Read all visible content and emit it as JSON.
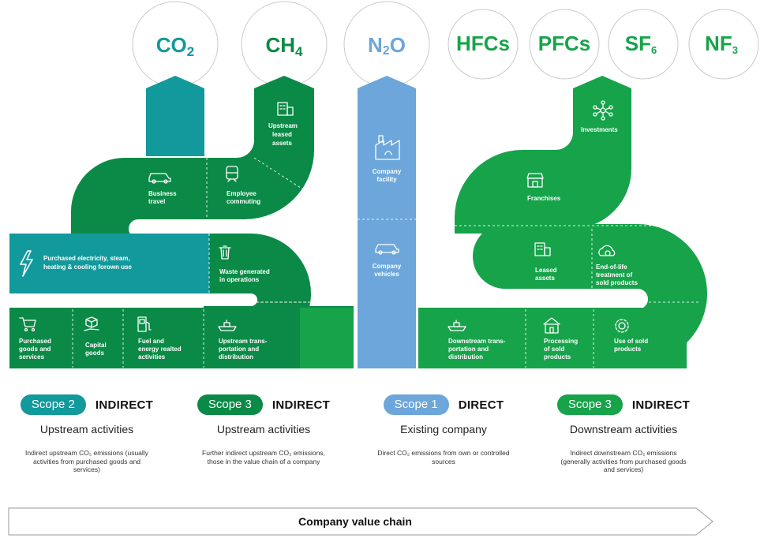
{
  "colors": {
    "teal": "#12999c",
    "green_dark": "#0a8a46",
    "green": "#16a34a",
    "blue": "#6ca6da",
    "outline": "#c9c9c9"
  },
  "gases": [
    {
      "base": "CO",
      "sub": "2",
      "color": "#12999c"
    },
    {
      "base": "CH",
      "sub": "4",
      "color": "#0a8a46"
    },
    {
      "base": "N",
      "sub": "2",
      "tail": "O",
      "color": "#6ca6da"
    },
    {
      "base": "HFCs",
      "sub": "",
      "color": "#16a34a"
    },
    {
      "base": "PFCs",
      "sub": "",
      "color": "#16a34a"
    },
    {
      "base": "SF",
      "sub": "6",
      "color": "#16a34a"
    },
    {
      "base": "NF",
      "sub": "3",
      "color": "#16a34a"
    }
  ],
  "activities": {
    "upstream_leased_assets": [
      "Upstream",
      "leased",
      "assets"
    ],
    "business_travel": [
      "Business",
      "travel"
    ],
    "employee_commuting": [
      "Employee",
      "commuting"
    ],
    "purchased_electricity": [
      "Purchased electricity, steam,",
      "heating & cooling forown use"
    ],
    "waste": [
      "Waste generated",
      "in operations"
    ],
    "purchased_goods": [
      "Purchased",
      "goods and",
      "services"
    ],
    "capital_goods": [
      "Capital",
      "goods"
    ],
    "fuel_energy": [
      "Fuel and",
      "energy realted",
      "activities"
    ],
    "upstream_transport": [
      "Upstream trans-",
      "portation and",
      "distribution"
    ],
    "company_facility": [
      "Company",
      "facility"
    ],
    "company_vehicles": [
      "Company",
      "vehicles"
    ],
    "investments": [
      "Investments"
    ],
    "franchises": [
      "Franchises"
    ],
    "leased_assets": [
      "Leased",
      "assets"
    ],
    "end_of_life": [
      "End-of-life",
      "treatment of",
      "sold products"
    ],
    "downstream_transport": [
      "Downstream trans-",
      "portation and",
      "distribution"
    ],
    "processing": [
      "Processing",
      "of sold",
      "products"
    ],
    "use_of_sold": [
      "Use of sold",
      "products"
    ]
  },
  "scopes": [
    {
      "badge": "Scope 2",
      "kind": "INDIRECT",
      "title": "Upstream activities",
      "description": "Indirect upstream CO₂ emissions (usually activities from purchased goods and services)",
      "color": "#12999c"
    },
    {
      "badge": "Scope 3",
      "kind": "INDIRECT",
      "title": "Upstream activities",
      "description": "Further indirect upstream CO₂ emissions, those in the value chain of a company",
      "color": "#0a8a46"
    },
    {
      "badge": "Scope 1",
      "kind": "DIRECT",
      "title": "Existing company",
      "description": "Direct CO₂ emissions from own or controlled sources",
      "color": "#6ca6da"
    },
    {
      "badge": "Scope 3",
      "kind": "INDIRECT",
      "title": "Downstream activities",
      "description": "Indirect downstream CO₂ emissions (generally activities from purchased goods and services)",
      "color": "#16a34a"
    }
  ],
  "value_chain_label": "Company value chain"
}
